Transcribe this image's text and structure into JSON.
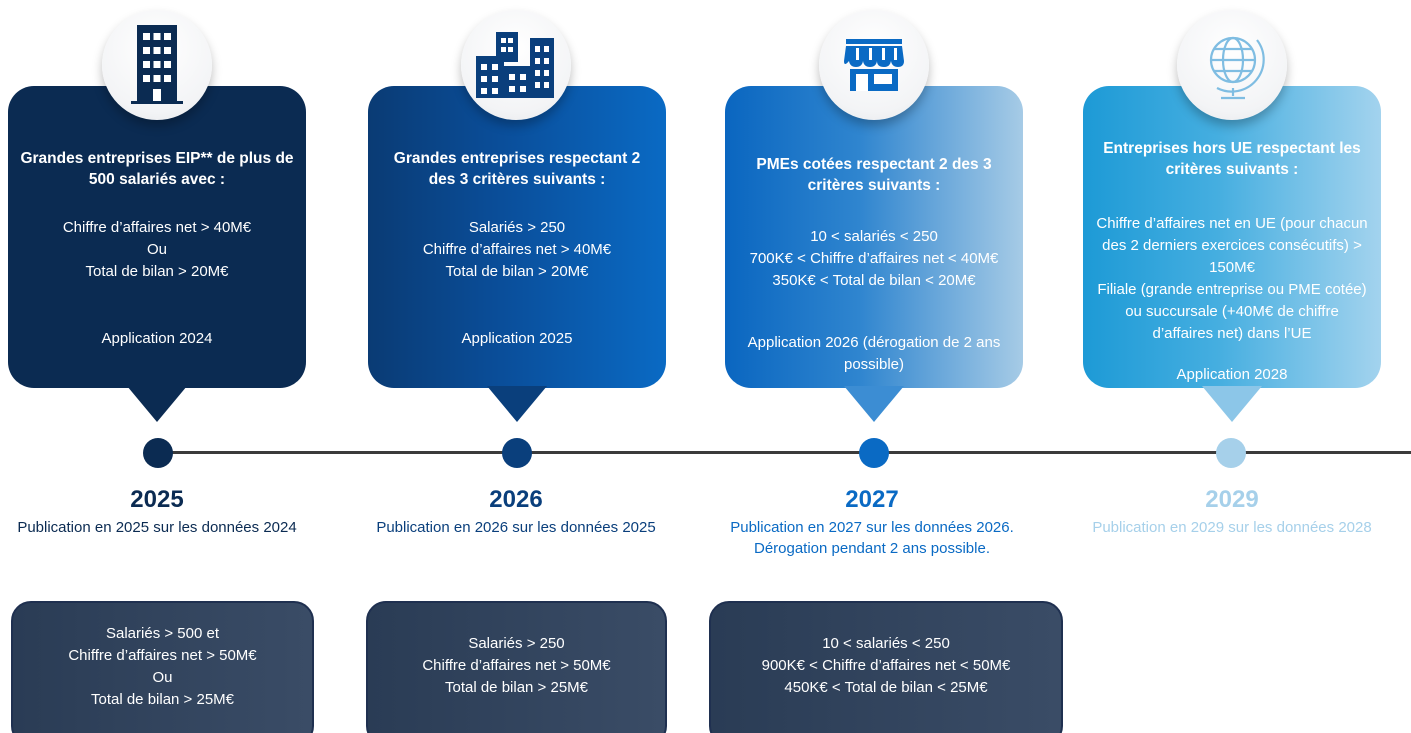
{
  "colors": {
    "stage1": "#0b2b52",
    "stage2": "#0a4e9a",
    "stage3": "#0a6ac4",
    "stage4": "#a6d0ea",
    "timeline": "#3b3b3b",
    "bottom_card": "#2f4059"
  },
  "stages": [
    {
      "icon": "office-building-icon",
      "title": "Grandes entreprises EIP** de plus de 500 salariés avec :",
      "criteria": [
        "Chiffre d’affaires net > 40M€",
        "Ou",
        "Total de bilan > 20M€"
      ],
      "application": "Application 2024",
      "year": "2025",
      "publication": "Publication en 2025 sur les données 2024",
      "new_thresholds": [
        "Salariés > 500 et",
        "Chiffre d’affaires net > 50M€",
        "Ou",
        "Total de bilan > 25M€"
      ]
    },
    {
      "icon": "city-buildings-icon",
      "title": "Grandes entreprises respectant 2 des 3 critères suivants :",
      "criteria": [
        "Salariés > 250",
        "Chiffre d’affaires net > 40M€",
        "Total de bilan > 20M€"
      ],
      "application": "Application 2025",
      "year": "2026",
      "publication": "Publication en 2026 sur les données 2025",
      "new_thresholds": [
        "Salariés > 250",
        "Chiffre d’affaires net > 50M€",
        "Total de bilan > 25M€"
      ]
    },
    {
      "icon": "storefront-icon",
      "title": "PMEs cotées respectant 2 des 3 critères suivants :",
      "criteria": [
        "10 < salariés < 250",
        "700K€ < Chiffre d’affaires net < 40M€",
        "350K€ < Total de bilan < 20M€"
      ],
      "application": "Application 2026 (dérogation de 2 ans possible)",
      "year": "2027",
      "publication": "Publication en 2027 sur les données 2026. Dérogation pendant 2 ans possible.",
      "new_thresholds": [
        "10 < salariés < 250",
        "900K€ < Chiffre d’affaires net < 50M€",
        "450K€ < Total de bilan < 25M€"
      ]
    },
    {
      "icon": "globe-icon",
      "title": "Entreprises hors UE respectant les critères suivants :",
      "criteria": [
        "Chiffre d’affaires net en UE (pour chacun des 2 derniers exercices consécutifs) > 150M€",
        "Filiale (grande entreprise ou PME cotée) ou succursale (+40M€ de chiffre d’affaires net) dans l’UE"
      ],
      "application": "Application 2028",
      "year": "2029",
      "publication": "Publication en 2029 sur les données 2028"
    }
  ]
}
